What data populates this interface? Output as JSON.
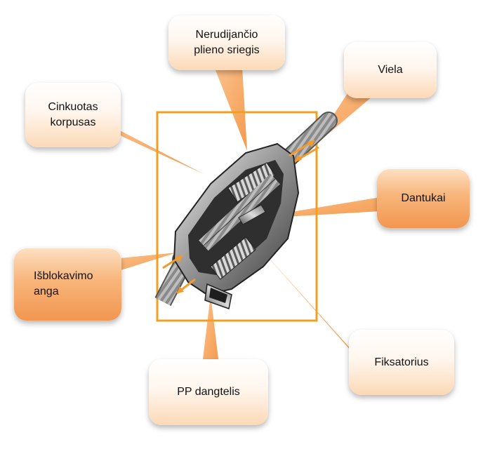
{
  "labels": {
    "thread": "Nerudijančio\n plieno sriegis",
    "wire": "Viela",
    "body": "Cinkuotas\nkorpusas",
    "teeth": "Dantukai",
    "vent": "Išblokavimo\nanga",
    "lock": "Fiksatorius",
    "cap": "PP dangtelis"
  },
  "colors": {
    "frame": "#f0a020",
    "pointer": "#f7a55c",
    "arrow": "#f39a2c"
  }
}
